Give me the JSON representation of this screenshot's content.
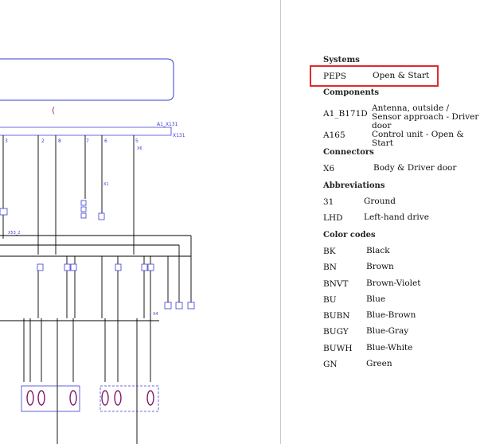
{
  "diagram": {
    "connector_labels": [
      "A1_X131",
      "X131",
      "X6",
      "X1",
      "X53_2",
      "X4"
    ],
    "pin_labels": [
      "3",
      "2",
      "8",
      "7",
      "6",
      "5"
    ],
    "curly_mark": "("
  },
  "legend": {
    "systems": {
      "title": "Systems",
      "items": [
        {
          "code": "PEPS",
          "desc": "Open & Start"
        }
      ]
    },
    "components": {
      "title": "Components",
      "items": [
        {
          "code": "A1_B171D",
          "desc": "Antenna, outside / Sensor approach - Driver door"
        },
        {
          "code": "A165",
          "desc": "Control unit - Open & Start"
        }
      ]
    },
    "connectors": {
      "title": "Connectors",
      "items": [
        {
          "code": "X6",
          "desc": "Body & Driver door"
        }
      ]
    },
    "abbreviations": {
      "title": "Abbreviations",
      "items": [
        {
          "code": "31",
          "desc": "Ground"
        },
        {
          "code": "LHD",
          "desc": "Left-hand drive"
        }
      ]
    },
    "color_codes": {
      "title": "Color codes",
      "items": [
        {
          "code": "BK",
          "desc": "Black"
        },
        {
          "code": "BN",
          "desc": "Brown"
        },
        {
          "code": "BNVT",
          "desc": "Brown-Violet"
        },
        {
          "code": "BU",
          "desc": "Blue"
        },
        {
          "code": "BUBN",
          "desc": "Blue-Brown"
        },
        {
          "code": "BUGY",
          "desc": "Blue-Gray"
        },
        {
          "code": "BUWH",
          "desc": "Blue-White"
        },
        {
          "code": "GN",
          "desc": "Green"
        }
      ]
    }
  },
  "colors": {
    "wire": "#000000",
    "frame": "#3b3bd6",
    "label": "#3b3bd6",
    "component": "#7a1a6a",
    "highlight": "#e02a2a"
  }
}
